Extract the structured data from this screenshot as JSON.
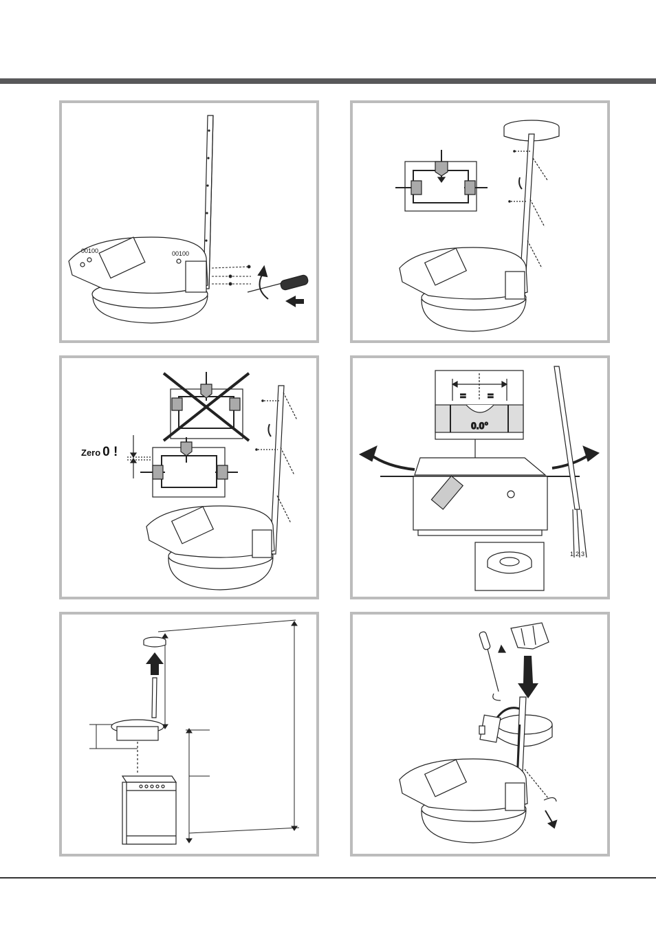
{
  "page": {
    "header_bar_color": "#58585a",
    "panel_border_color": "#bcbcbc"
  },
  "panels": [
    {
      "id": "step-1",
      "icons": [
        "ceiling-plate",
        "support-rod",
        "screws",
        "screwdriver",
        "rotate-arrow",
        "push-arrow"
      ]
    },
    {
      "id": "step-2",
      "icons": [
        "ceiling-plate",
        "support-rod",
        "level-diagram"
      ]
    },
    {
      "id": "step-3",
      "zero_label": "Zero",
      "zero_value": "0 !",
      "icons": [
        "incorrect-level-diagram",
        "correct-level-diagram",
        "support-rod",
        "ceiling-plate"
      ]
    },
    {
      "id": "step-4",
      "level_reading": "0.0°",
      "equal_left": "=",
      "equal_right": "=",
      "shim_labels": [
        "1",
        "2",
        "3"
      ],
      "icons": [
        "spirit-level",
        "tilt-arrow-left",
        "tilt-arrow-right",
        "washer"
      ]
    },
    {
      "id": "step-5",
      "icons": [
        "ceiling-plate",
        "up-arrow",
        "cooker",
        "dimension-lines"
      ]
    },
    {
      "id": "step-6",
      "icons": [
        "ceiling-plate",
        "screwdriver",
        "down-arrow",
        "cable-connector"
      ]
    }
  ]
}
